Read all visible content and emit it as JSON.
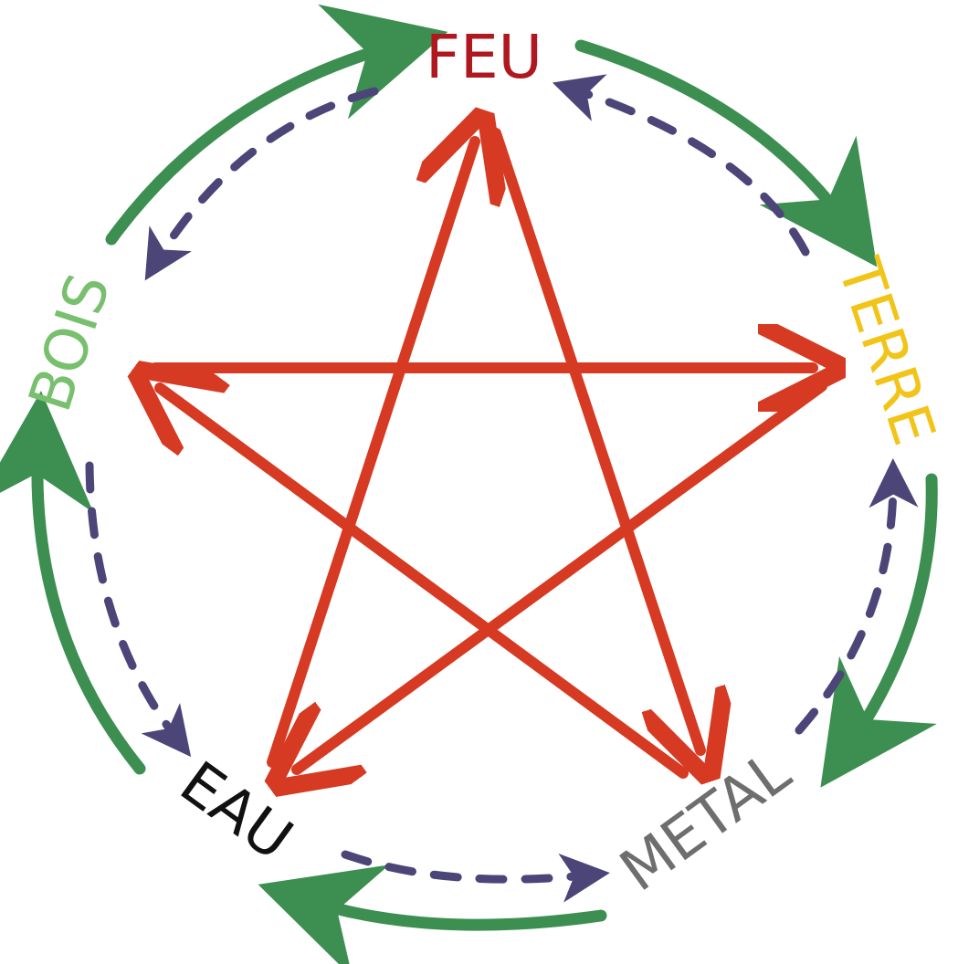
{
  "elements": {
    "fire": {
      "label": "FEU",
      "color": "#b0181f"
    },
    "earth": {
      "label": "TERRE",
      "color": "#f2c418"
    },
    "metal": {
      "label": "METAL",
      "color": "#6e6e6e"
    },
    "water": {
      "label": "EAU",
      "color": "#111111"
    },
    "wood": {
      "label": "BOIS",
      "color": "#78bf6e"
    }
  },
  "cycle_colors": {
    "generating": "#3c8f50",
    "controlling": "#d63a22",
    "insulting": "#4c4578"
  },
  "generating_cycle": [
    {
      "from": "wood",
      "to": "fire"
    },
    {
      "from": "fire",
      "to": "earth"
    },
    {
      "from": "earth",
      "to": "metal"
    },
    {
      "from": "metal",
      "to": "water"
    },
    {
      "from": "water",
      "to": "wood"
    }
  ],
  "insulting_cycle": [
    {
      "from": "fire",
      "to": "wood"
    },
    {
      "from": "earth",
      "to": "fire"
    },
    {
      "from": "metal",
      "to": "earth"
    },
    {
      "from": "water",
      "to": "metal"
    },
    {
      "from": "wood",
      "to": "water"
    }
  ],
  "controlling_cycle": [
    {
      "from": "wood",
      "to": "earth"
    },
    {
      "from": "earth",
      "to": "water"
    },
    {
      "from": "water",
      "to": "fire"
    },
    {
      "from": "fire",
      "to": "metal"
    },
    {
      "from": "metal",
      "to": "wood"
    }
  ]
}
